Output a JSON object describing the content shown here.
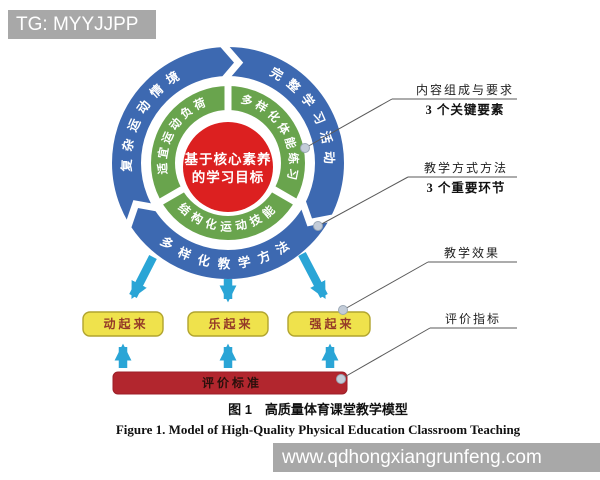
{
  "watermarks": {
    "top_left": "TG: MYYJJPP",
    "bottom_right": "www.qdhongxiangrunfeng.com"
  },
  "diagram": {
    "center_circle": {
      "line1": "基于核心素养",
      "line2": "的学习目标",
      "color": "#dc2020"
    },
    "inner_ring": {
      "color": "#69a44d",
      "segments": {
        "left": "适宜运动负荷",
        "right": "多样化体能练习",
        "bottom": "结构化运动技能"
      }
    },
    "outer_ring": {
      "color": "#3d69b1",
      "segments": {
        "left": "复杂运动情境",
        "right": "完整学习活动",
        "bottom": "多样化教学方法"
      }
    },
    "arrow_color": "#2aa5d6",
    "boxes": [
      {
        "label": "动起来",
        "fill": "#efe24c"
      },
      {
        "label": "乐起来",
        "fill": "#efe24c"
      },
      {
        "label": "强起来",
        "fill": "#efe24c"
      }
    ],
    "bar": {
      "label": "评价标准",
      "color": "#b2262e"
    },
    "callouts": [
      {
        "title": "内容组成与要求",
        "subtitle": "3 个关键要素"
      },
      {
        "title": "教学方式方法",
        "subtitle": "3 个重要环节"
      },
      {
        "title": "教学效果",
        "subtitle": ""
      },
      {
        "title": "评价指标",
        "subtitle": ""
      }
    ]
  },
  "caption": {
    "zh": "图 1　高质量体育课堂教学模型",
    "en": "Figure 1.   Model of High-Quality Physical Education Classroom Teaching"
  }
}
